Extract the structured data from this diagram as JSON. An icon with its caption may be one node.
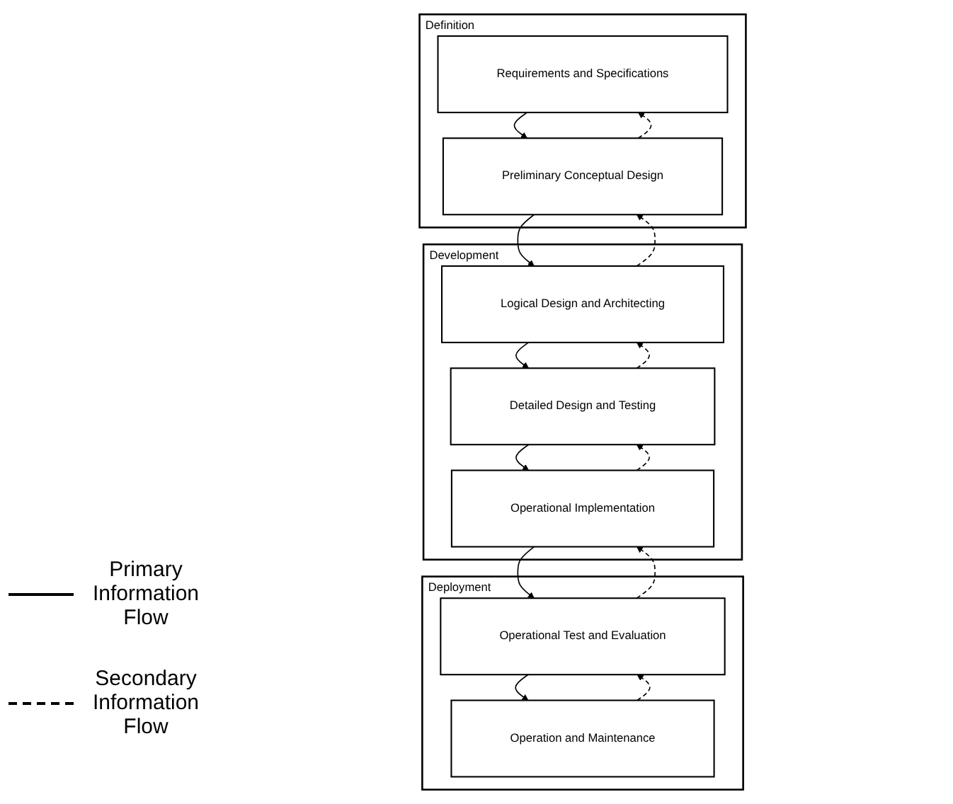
{
  "diagram": {
    "nodes": [
      {
        "text": [
          "Definition"
        ]
      },
      {
        "text": [
          "Requirements and Specifications"
        ],
        "in": 0
      },
      {
        "text": [
          "Preliminary Conceptual Design"
        ],
        "in": 0
      },
      {
        "text": [
          "Development"
        ]
      },
      {
        "text": [
          "Logical Design and Architecting"
        ],
        "in": 3
      },
      {
        "text": [
          "Detailed Design and Testing"
        ],
        "in": 3
      },
      {
        "text": [
          "Operational Implementation"
        ],
        "in": 3
      },
      {
        "text": [
          "Deployment"
        ]
      },
      {
        "text": [
          "Operational Test and Evaluation"
        ],
        "in": 7
      },
      {
        "text": [
          "Operation and Maintenance"
        ],
        "in": 7
      }
    ],
    "edges": [
      {
        "from": 1,
        "to": 2,
        "arrow": "to"
      },
      {
        "from": 2,
        "to": 4,
        "arrow": "to"
      },
      {
        "from": 4,
        "to": 5,
        "arrow": "to"
      },
      {
        "from": 5,
        "to": 6,
        "arrow": "to"
      },
      {
        "from": 6,
        "to": 8,
        "arrow": "to"
      },
      {
        "from": 8,
        "to": 9,
        "arrow": "to"
      },
      {
        "from": 2,
        "to": 1,
        "arrow": "to",
        "style": "dashed"
      },
      {
        "from": 4,
        "to": 2,
        "arrow": "to",
        "style": "dashed"
      },
      {
        "from": 5,
        "to": 4,
        "arrow": "to",
        "style": "dashed"
      },
      {
        "from": 6,
        "to": 5,
        "arrow": "to",
        "style": "dashed"
      },
      {
        "from": 8,
        "to": 6,
        "arrow": "to",
        "style": "dashed"
      },
      {
        "from": 9,
        "to": 8,
        "arrow": "to",
        "style": "dashed"
      }
    ],
    "legend": [
      {
        "text": "Primary Information Flow"
      },
      {
        "text": "Secondary Information Flow"
      }
    ]
  }
}
